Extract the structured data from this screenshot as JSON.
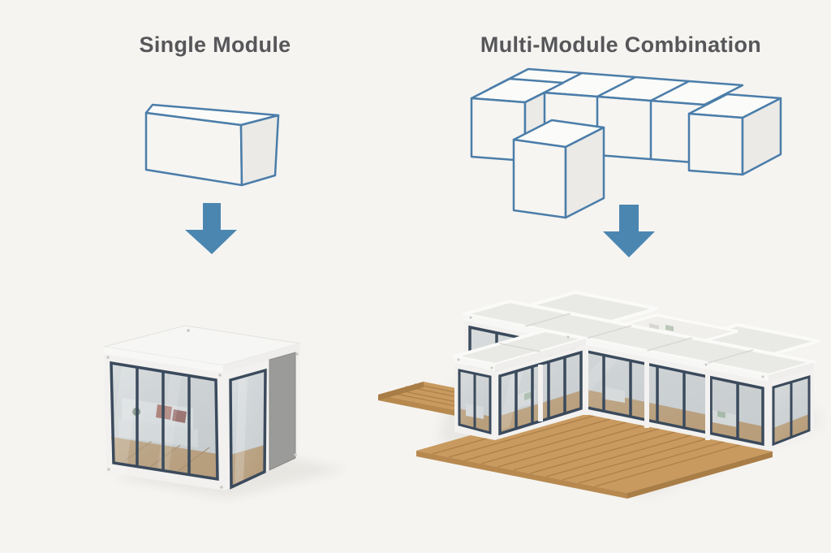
{
  "page": {
    "background": "#f5f4f1"
  },
  "sections": {
    "single": {
      "title": "Single Module",
      "module_count": 1
    },
    "multi": {
      "title": "Multi-Module Combination",
      "module_count": 6
    }
  },
  "colors": {
    "background": "#f5f4f1",
    "title_text": "#57575a",
    "wireframe_stroke": "#4b7da9",
    "wireframe_fill_top": "#fbfbf9",
    "wireframe_fill_front": "#f6f5f2",
    "wireframe_fill_side": "#ebeae7",
    "arrow": "#4b86b1",
    "roof_gray": "#e9e9e6",
    "frame_white": "#f2f1ef",
    "mullion_dark": "#3b4a5c",
    "glass_tint": "#c6d0d8",
    "interior_wall": "#dcdbd8",
    "wood_floor": "#c4955b",
    "deck_wood": "#c99a5f",
    "deck_seam": "#ab7f49",
    "panel_gray": "#9b9b99",
    "sofa_white": "#eceae6",
    "pillow_red": "#a5503c",
    "pillow_dark": "#8a4034",
    "cushion_green": "#a9bfa0",
    "shadow": "#e4e3df"
  }
}
